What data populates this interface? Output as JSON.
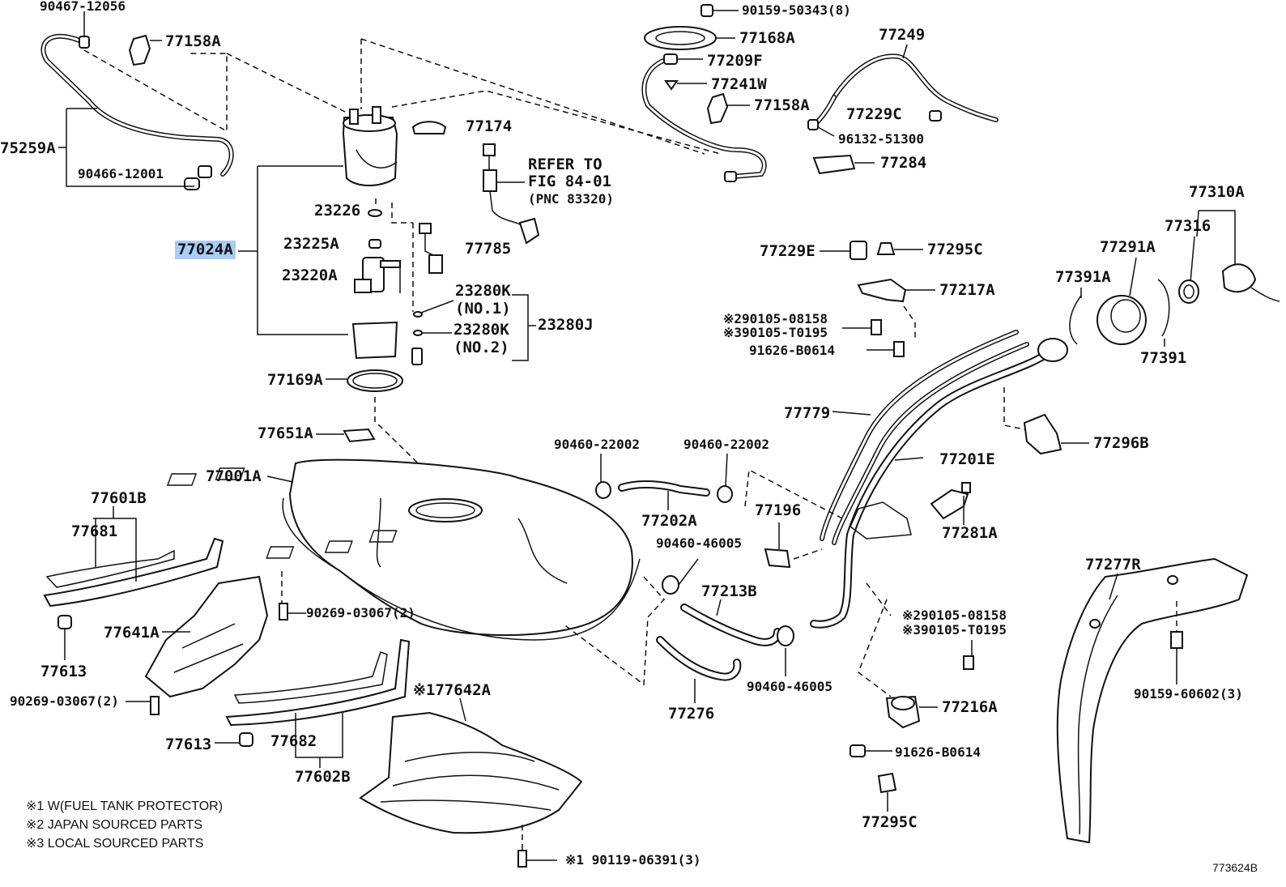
{
  "labels": {
    "p90467_12056": "90467-12056",
    "p77158A_top": "77158A",
    "p75259A": "75259A",
    "p90466_12001": "90466-12001",
    "p77174": "77174",
    "p23226": "23226",
    "p77024A": "77024A",
    "p23225A": "23225A",
    "p23220A": "23220A",
    "p77785": "77785",
    "p23280K_1": "23280K",
    "p23280K_1_note": "(NO.1)",
    "p23280K_2": "23280K",
    "p23280K_2_note": "(NO.2)",
    "p23280J": "23280J",
    "p77169A": "77169A",
    "refer_line1": "REFER TO",
    "refer_line2": "FIG 84-01",
    "refer_line3": "(PNC 83320)",
    "p90159_50343": "90159-50343(8)",
    "p77168A": "77168A",
    "p77209F": "77209F",
    "p77241W": "77241W",
    "p77158A_right": "77158A",
    "p77249": "77249",
    "p77229C": "77229C",
    "p96132_51300": "96132-51300",
    "p77284": "77284",
    "p77310A": "77310A",
    "p77316": "77316",
    "p77291A": "77291A",
    "p77391A": "77391A",
    "p77391": "77391",
    "p77229E": "77229E",
    "p77295C_top": "77295C",
    "p77217A": "77217A",
    "p90105_08158_top": "※290105-08158",
    "p90105_T0195_top": "※390105-T0195",
    "p91626_B0614_top": "91626-B0614",
    "p77779": "77779",
    "p77201E": "77201E",
    "p77296B": "77296B",
    "p77651A": "77651A",
    "p77001A": "77001A",
    "p90460_22002_a": "90460-22002",
    "p90460_22002_b": "90460-22002",
    "p77202A": "77202A",
    "p77196": "77196",
    "p90460_46005_a": "90460-46005",
    "p77281A": "77281A",
    "p77601B": "77601B",
    "p77681": "77681",
    "p90269_03067_a": "90269-03067(2)",
    "p77641A": "77641A",
    "p77613_a": "77613",
    "p90269_03067_b": "90269-03067(2)",
    "p77613_b": "77613",
    "p77682": "77682",
    "p77602B": "77602B",
    "p77642A": "※177642A",
    "p77213B": "77213B",
    "p77276": "77276",
    "p90460_46005_b": "90460-46005",
    "p90105_08158_bot": "※290105-08158",
    "p90105_T0195_bot": "※390105-T0195",
    "p77216A": "77216A",
    "p91626_B0614_bot": "91626-B0614",
    "p77295C_bot": "77295C",
    "p77277R": "77277R",
    "p90159_60602": "90159-60602(3)",
    "p90119_06391": "※1 90119-06391(3)"
  },
  "notes": [
    "※1 W(FUEL TANK PROTECTOR)",
    "※2 JAPAN SOURCED PARTS",
    "※3 LOCAL SOURCED PARTS"
  ],
  "figure_id": "773624B"
}
